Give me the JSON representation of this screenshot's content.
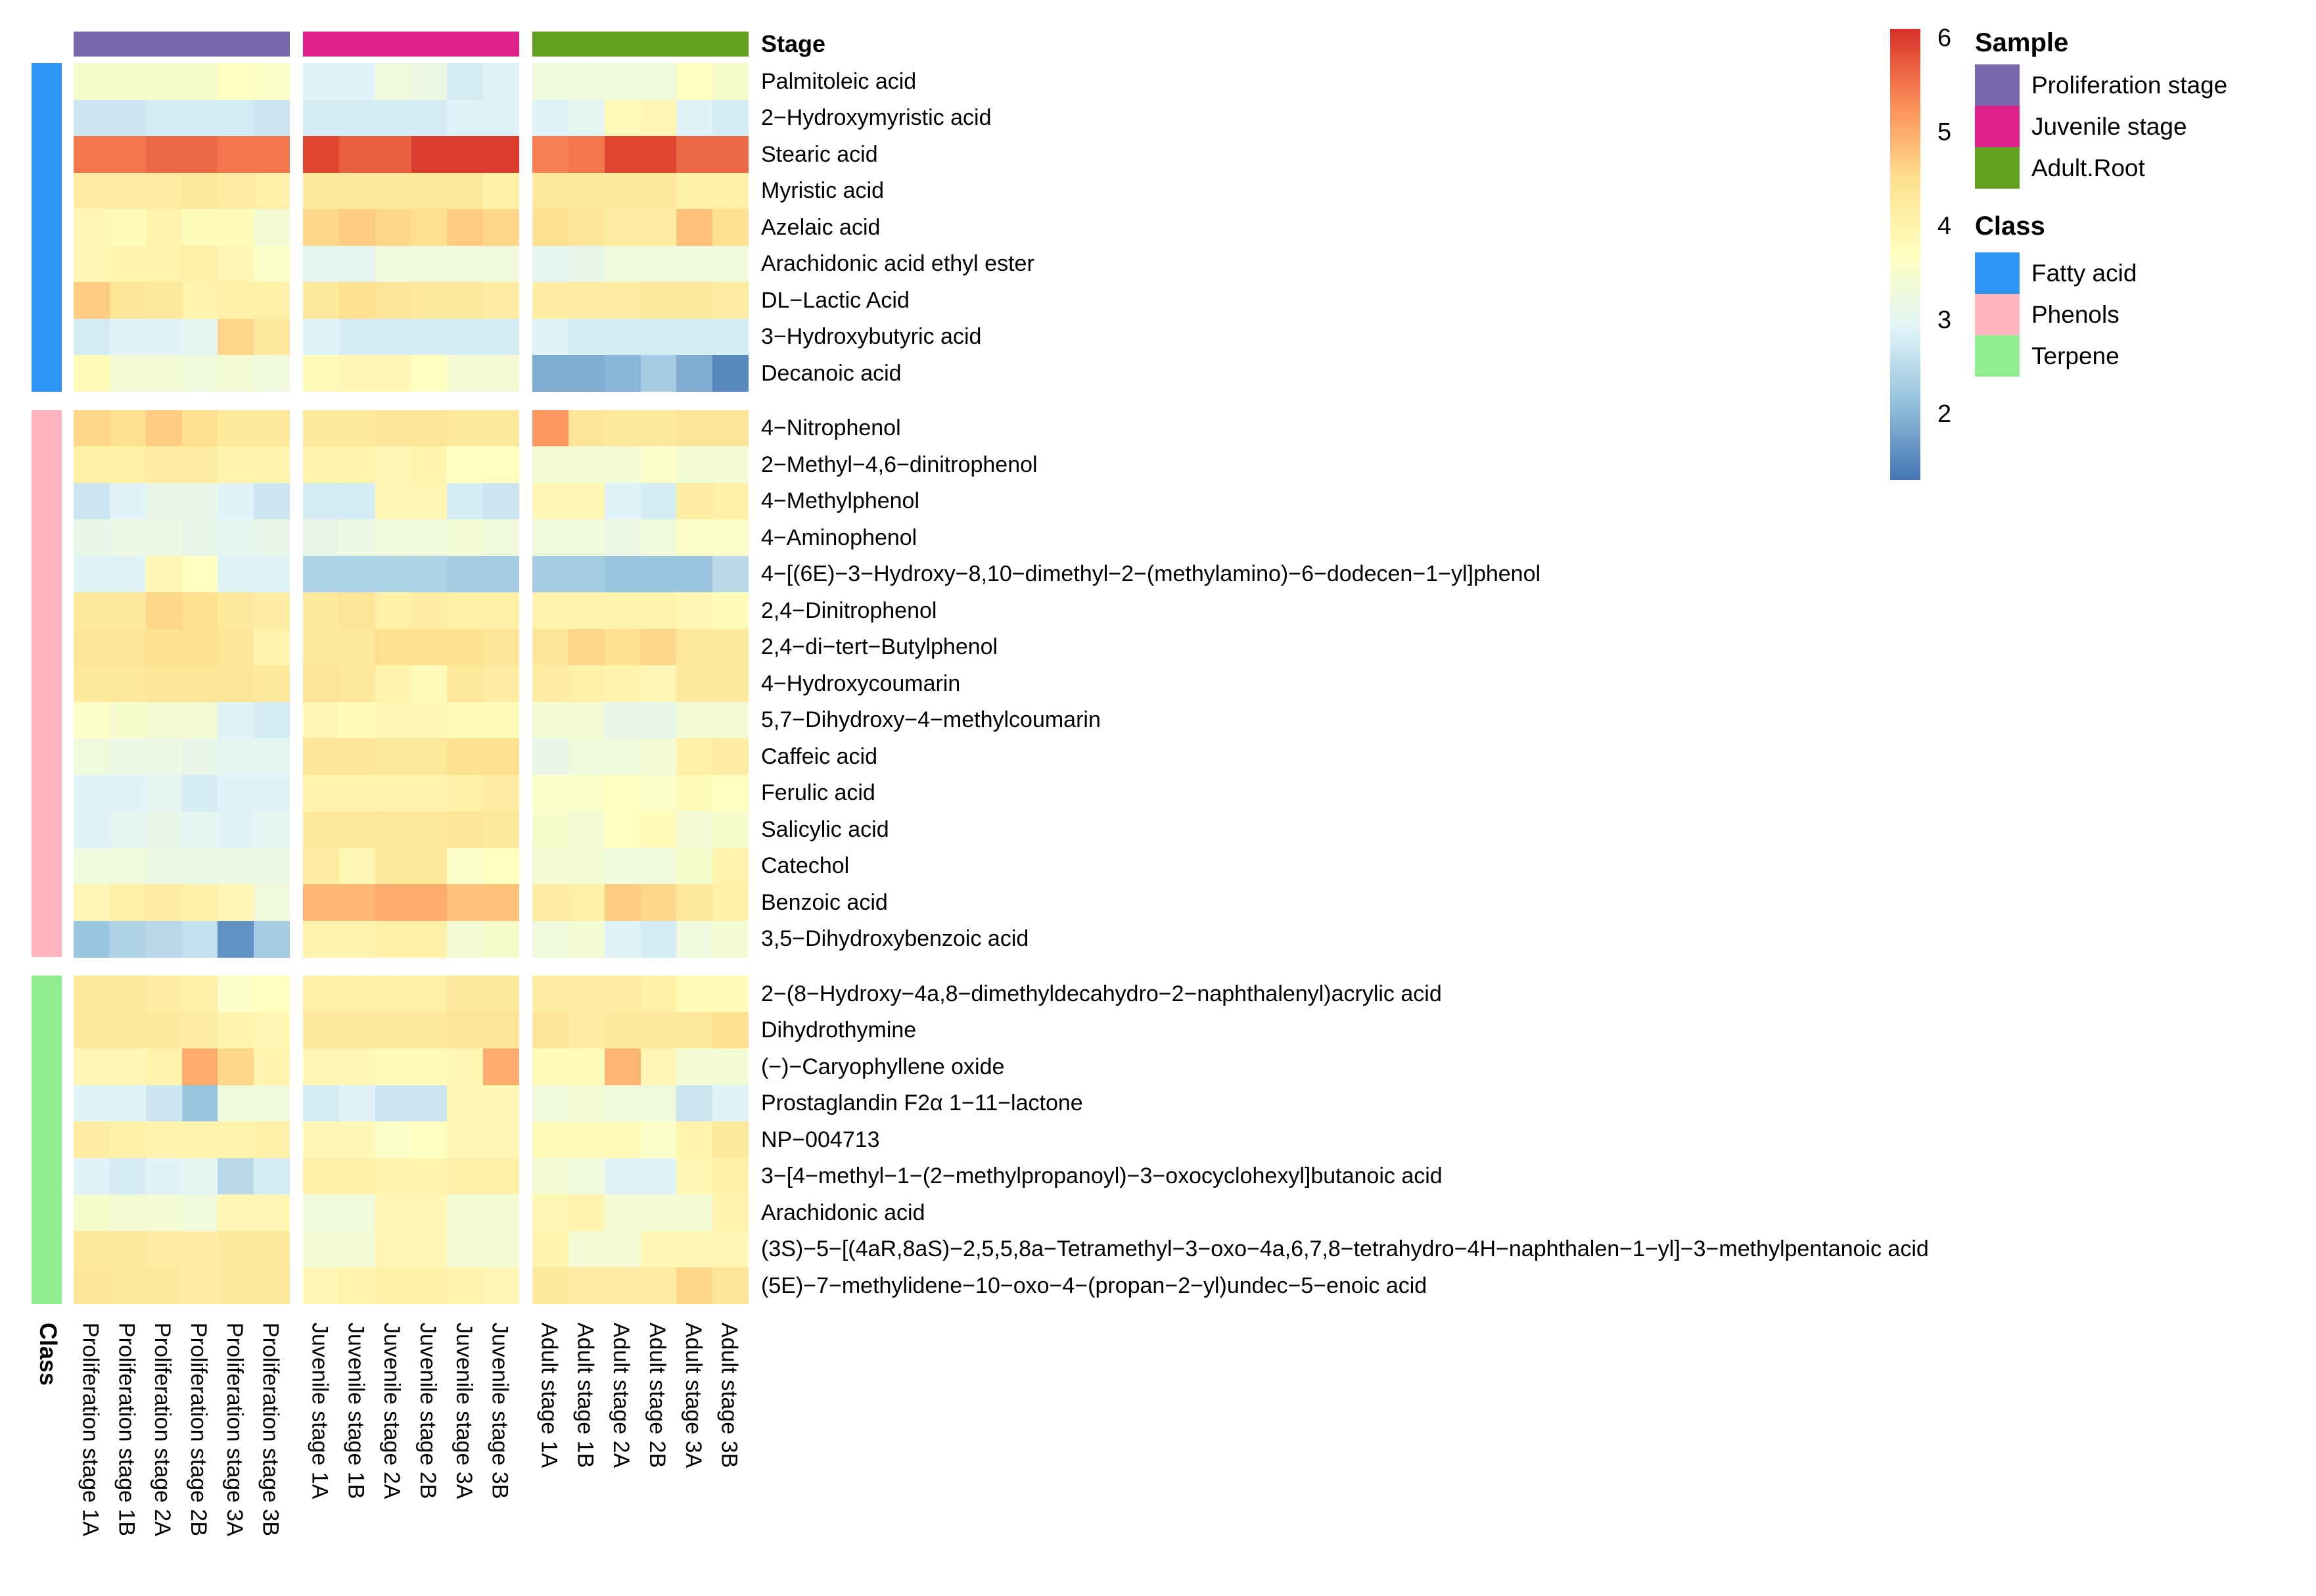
{
  "headers": {
    "stage": "Stage",
    "class": "Class"
  },
  "legend": {
    "colorbar": {
      "ticks": [
        6,
        5,
        4,
        3,
        2
      ]
    },
    "sample": {
      "title": "Sample",
      "items": [
        {
          "label": "Proliferation stage",
          "color": "#7668ab"
        },
        {
          "label": "Juvenile stage",
          "color": "#df2089"
        },
        {
          "label": "Adult.Root",
          "color": "#61a11e"
        }
      ]
    },
    "class": {
      "title": "Class",
      "items": [
        {
          "label": "Fatty acid",
          "color": "#2e96f7"
        },
        {
          "label": "Phenols",
          "color": "#ffb6c1"
        },
        {
          "label": "Terpene",
          "color": "#90ee90"
        }
      ]
    }
  },
  "chart_data": {
    "type": "heatmap",
    "title": "",
    "color_scale": {
      "name": "RdYlBu reversed",
      "palette": [
        "#4575b4",
        "#91bfdb",
        "#e0f3f8",
        "#ffffbf",
        "#fee090",
        "#fc8d59",
        "#d73027"
      ],
      "domain": [
        1.3,
        6.1
      ]
    },
    "column_groups": [
      {
        "label": "Proliferation stage",
        "color": "#7668ab",
        "columns": 6
      },
      {
        "label": "Juvenile stage",
        "color": "#df2089",
        "columns": 6
      },
      {
        "label": "Adult.Root",
        "color": "#61a11e",
        "columns": 6
      }
    ],
    "columns": [
      "Proliferation stage 1A",
      "Proliferation stage 1B",
      "Proliferation stage 2A",
      "Proliferation stage 2B",
      "Proliferation stage 3A",
      "Proliferation stage 3B",
      "Juvenile stage 1A",
      "Juvenile stage 1B",
      "Juvenile stage 2A",
      "Juvenile stage 2B",
      "Juvenile stage 3A",
      "Juvenile stage 3B",
      "Adult stage 1A",
      "Adult stage 1B",
      "Adult stage 2A",
      "Adult stage 2B",
      "Adult stage 3A",
      "Adult stage 3B"
    ],
    "row_groups": [
      {
        "label": "Fatty acid",
        "color": "#2e96f7",
        "rows": 9
      },
      {
        "label": "Phenols",
        "color": "#ffb6c1",
        "rows": 15
      },
      {
        "label": "Terpene",
        "color": "#90ee90",
        "rows": 9
      }
    ],
    "rows": [
      {
        "label": "Palmitoleic acid",
        "class": "Fatty acid",
        "values": [
          3.5,
          3.5,
          3.5,
          3.5,
          3.7,
          3.6,
          2.9,
          2.9,
          3.3,
          3.2,
          2.8,
          2.9,
          3.3,
          3.3,
          3.3,
          3.3,
          3.7,
          3.5
        ]
      },
      {
        "label": "2−Hydroxymyristic acid",
        "class": "Fatty acid",
        "values": [
          2.7,
          2.7,
          2.8,
          2.8,
          2.8,
          2.7,
          2.8,
          2.8,
          2.8,
          2.8,
          2.9,
          2.9,
          2.9,
          3.0,
          3.8,
          3.9,
          2.9,
          2.8
        ]
      },
      {
        "label": "Stearic acid",
        "class": "Fatty acid",
        "values": [
          5.5,
          5.5,
          5.6,
          5.6,
          5.5,
          5.5,
          5.9,
          5.7,
          5.7,
          6.0,
          6.0,
          6.0,
          5.4,
          5.5,
          5.9,
          5.9,
          5.6,
          5.6
        ]
      },
      {
        "label": "Myristic acid",
        "class": "Fatty acid",
        "values": [
          4.2,
          4.2,
          4.2,
          4.3,
          4.2,
          4.1,
          4.3,
          4.3,
          4.3,
          4.3,
          4.3,
          4.1,
          4.3,
          4.3,
          4.3,
          4.3,
          4.1,
          4.1
        ]
      },
      {
        "label": "Azelaic acid",
        "class": "Fatty acid",
        "values": [
          3.9,
          3.8,
          4.0,
          3.8,
          3.8,
          3.4,
          4.6,
          4.7,
          4.6,
          4.5,
          4.7,
          4.6,
          4.5,
          4.4,
          4.2,
          4.2,
          4.8,
          4.5
        ]
      },
      {
        "label": "Arachidonic acid ethyl ester",
        "class": "Fatty acid",
        "values": [
          3.9,
          4.0,
          4.0,
          4.1,
          3.9,
          3.6,
          3.0,
          3.0,
          3.3,
          3.3,
          3.3,
          3.3,
          3.0,
          3.1,
          3.3,
          3.3,
          3.3,
          3.3
        ]
      },
      {
        "label": "DL−Lactic Acid",
        "class": "Fatty acid",
        "values": [
          4.7,
          4.4,
          4.3,
          4.0,
          4.1,
          4.1,
          4.3,
          4.5,
          4.4,
          4.3,
          4.3,
          4.2,
          4.2,
          4.2,
          4.2,
          4.3,
          4.3,
          4.2
        ]
      },
      {
        "label": "3−Hydroxybutyric acid",
        "class": "Fatty acid",
        "values": [
          2.8,
          2.9,
          2.9,
          3.0,
          4.6,
          4.3,
          2.9,
          2.8,
          2.8,
          2.8,
          2.8,
          2.8,
          2.9,
          2.8,
          2.8,
          2.8,
          2.8,
          2.8
        ]
      },
      {
        "label": "Decanoic acid",
        "class": "Fatty acid",
        "values": [
          3.8,
          3.4,
          3.4,
          3.3,
          3.4,
          3.3,
          3.8,
          3.9,
          3.9,
          3.7,
          3.4,
          3.4,
          1.9,
          1.9,
          2.0,
          2.3,
          1.9,
          1.5
        ]
      },
      {
        "label": "4−Nitrophenol",
        "class": "Phenols",
        "values": [
          4.6,
          4.5,
          4.7,
          4.5,
          4.3,
          4.3,
          4.3,
          4.3,
          4.4,
          4.4,
          4.3,
          4.3,
          5.2,
          4.4,
          4.3,
          4.3,
          4.4,
          4.4
        ]
      },
      {
        "label": "2−Methyl−4,6−dinitrophenol",
        "class": "Phenols",
        "values": [
          4.1,
          4.1,
          4.2,
          4.2,
          4.0,
          4.0,
          4.0,
          4.0,
          3.9,
          4.0,
          3.7,
          3.7,
          3.4,
          3.4,
          3.4,
          3.6,
          3.4,
          3.4
        ]
      },
      {
        "label": "4−Methylphenol",
        "class": "Phenols",
        "values": [
          2.7,
          2.9,
          3.1,
          3.1,
          2.9,
          2.7,
          2.8,
          2.8,
          3.9,
          3.9,
          2.8,
          2.7,
          3.9,
          3.9,
          2.9,
          2.8,
          4.2,
          4.1
        ]
      },
      {
        "label": "4−Aminophenol",
        "class": "Phenols",
        "values": [
          3.1,
          3.2,
          3.2,
          3.1,
          3.0,
          3.1,
          3.1,
          3.2,
          3.3,
          3.3,
          3.4,
          3.3,
          3.3,
          3.3,
          3.2,
          3.3,
          3.6,
          3.6
        ]
      },
      {
        "label": "4−[(6E)−3−Hydroxy−8,10−dimethyl−2−(methylamino)−6−dodecen−1−yl]phenol",
        "class": "Phenols",
        "values": [
          2.9,
          2.9,
          3.9,
          3.7,
          2.9,
          2.9,
          2.4,
          2.4,
          2.4,
          2.4,
          2.3,
          2.3,
          2.3,
          2.3,
          2.2,
          2.2,
          2.2,
          2.5
        ]
      },
      {
        "label": "2,4−Dinitrophenol",
        "class": "Phenols",
        "values": [
          4.3,
          4.3,
          4.6,
          4.5,
          4.3,
          4.2,
          4.3,
          4.4,
          4.1,
          4.2,
          4.1,
          4.1,
          4.0,
          4.0,
          4.0,
          4.0,
          3.9,
          3.8
        ]
      },
      {
        "label": "2,4−di−tert−Butylphenol",
        "class": "Phenols",
        "values": [
          4.4,
          4.4,
          4.5,
          4.5,
          4.4,
          4.0,
          4.3,
          4.3,
          4.5,
          4.5,
          4.5,
          4.4,
          4.4,
          4.6,
          4.5,
          4.6,
          4.3,
          4.3
        ]
      },
      {
        "label": "4−Hydroxycoumarin",
        "class": "Phenols",
        "values": [
          4.3,
          4.3,
          4.4,
          4.4,
          4.4,
          4.3,
          4.4,
          4.3,
          4.0,
          3.8,
          4.3,
          4.2,
          4.2,
          4.1,
          4.0,
          3.9,
          4.3,
          4.3
        ]
      },
      {
        "label": "5,7−Dihydroxy−4−methylcoumarin",
        "class": "Phenols",
        "values": [
          3.6,
          3.5,
          3.4,
          3.4,
          2.9,
          2.8,
          3.9,
          3.8,
          3.9,
          3.9,
          3.8,
          3.8,
          3.4,
          3.4,
          3.1,
          3.1,
          3.4,
          3.4
        ]
      },
      {
        "label": "Caffeic acid",
        "class": "Phenols",
        "values": [
          3.3,
          3.2,
          3.2,
          3.1,
          3.0,
          3.0,
          4.4,
          4.4,
          4.3,
          4.3,
          4.5,
          4.5,
          3.1,
          3.3,
          3.3,
          3.4,
          4.1,
          4.2
        ]
      },
      {
        "label": "Ferulic acid",
        "class": "Phenols",
        "values": [
          2.9,
          2.9,
          3.0,
          2.8,
          2.9,
          2.9,
          4.0,
          4.0,
          4.0,
          4.0,
          4.1,
          4.2,
          3.6,
          3.6,
          3.7,
          3.6,
          3.8,
          3.7
        ]
      },
      {
        "label": "Salicylic acid",
        "class": "Phenols",
        "values": [
          2.9,
          3.0,
          3.1,
          3.0,
          2.9,
          3.0,
          4.3,
          4.3,
          4.3,
          4.3,
          4.4,
          4.3,
          3.5,
          3.4,
          3.7,
          3.8,
          3.4,
          3.5
        ]
      },
      {
        "label": "Catechol",
        "class": "Phenols",
        "values": [
          3.3,
          3.3,
          3.2,
          3.2,
          3.2,
          3.2,
          4.2,
          3.9,
          4.3,
          4.3,
          3.6,
          3.7,
          3.4,
          3.4,
          3.3,
          3.3,
          3.5,
          4.0
        ]
      },
      {
        "label": "Benzoic acid",
        "class": "Phenols",
        "values": [
          3.9,
          4.1,
          4.2,
          4.1,
          3.9,
          3.3,
          4.9,
          4.9,
          5.0,
          5.0,
          4.8,
          4.8,
          4.2,
          4.1,
          4.7,
          4.6,
          4.3,
          4.1
        ]
      },
      {
        "label": "3,5−Dihydroxybenzoic acid",
        "class": "Phenols",
        "values": [
          2.2,
          2.4,
          2.5,
          2.6,
          1.6,
          2.3,
          4.0,
          4.0,
          4.1,
          4.1,
          3.4,
          3.5,
          3.3,
          3.4,
          2.9,
          2.8,
          3.3,
          3.4
        ]
      },
      {
        "label": "2−(8−Hydroxy−4a,8−dimethyldecahydro−2−naphthalenyl)acrylic acid",
        "class": "Terpene",
        "values": [
          4.3,
          4.3,
          4.2,
          4.1,
          3.6,
          3.7,
          4.1,
          4.1,
          4.1,
          4.1,
          4.3,
          4.3,
          4.2,
          4.2,
          4.2,
          4.1,
          3.8,
          3.8
        ]
      },
      {
        "label": "Dihydrothymine",
        "class": "Terpene",
        "values": [
          4.3,
          4.3,
          4.3,
          4.2,
          4.0,
          3.9,
          4.3,
          4.3,
          4.3,
          4.3,
          4.4,
          4.4,
          4.4,
          4.2,
          4.3,
          4.3,
          4.3,
          4.5
        ]
      },
      {
        "label": "(−)−Caryophyllene oxide",
        "class": "Terpene",
        "values": [
          3.9,
          3.9,
          4.0,
          5.0,
          4.6,
          4.0,
          3.9,
          3.9,
          3.8,
          3.8,
          3.9,
          5.0,
          3.8,
          3.8,
          4.9,
          3.9,
          3.4,
          3.4
        ]
      },
      {
        "label": "Prostaglandin F2α 1−11−lactone",
        "class": "Terpene",
        "values": [
          2.9,
          2.9,
          2.7,
          2.2,
          3.3,
          3.3,
          2.8,
          2.9,
          2.7,
          2.7,
          3.9,
          3.9,
          3.3,
          3.4,
          3.3,
          3.3,
          2.7,
          2.9
        ]
      },
      {
        "label": "NP−004713",
        "class": "Terpene",
        "values": [
          4.2,
          4.1,
          4.0,
          4.0,
          4.0,
          4.1,
          3.9,
          3.9,
          3.6,
          3.7,
          3.9,
          3.9,
          3.8,
          3.8,
          3.8,
          3.6,
          4.0,
          4.3
        ]
      },
      {
        "label": "3−[4−methyl−1−(2−methylpropanoyl)−3−oxocyclohexyl]butanoic acid",
        "class": "Terpene",
        "values": [
          2.9,
          2.8,
          2.9,
          3.0,
          2.5,
          2.8,
          4.1,
          4.1,
          4.0,
          4.0,
          4.1,
          4.1,
          3.4,
          3.3,
          2.9,
          2.9,
          3.9,
          4.1
        ]
      },
      {
        "label": "Arachidonic acid",
        "class": "Terpene",
        "values": [
          3.5,
          3.4,
          3.4,
          3.3,
          3.9,
          3.9,
          3.3,
          3.3,
          3.9,
          3.9,
          3.4,
          3.4,
          3.9,
          4.0,
          3.4,
          3.4,
          3.4,
          4.0
        ]
      },
      {
        "label": "(3S)−5−[(4aR,8aS)−2,5,5,8a−Tetramethyl−3−oxo−4a,6,7,8−tetrahydro−4H−naphthalen−1−yl]−3−methylpentanoic acid",
        "class": "Terpene",
        "values": [
          4.3,
          4.3,
          4.2,
          4.2,
          4.3,
          4.3,
          3.4,
          3.4,
          3.9,
          3.9,
          3.4,
          3.4,
          4.0,
          3.4,
          3.4,
          3.9,
          3.9,
          3.9
        ]
      },
      {
        "label": "(5E)−7−methylidene−10−oxo−4−(propan−2−yl)undec−5−enoic acid",
        "class": "Terpene",
        "values": [
          4.4,
          4.3,
          4.3,
          4.2,
          4.3,
          4.3,
          3.9,
          4.0,
          4.1,
          4.1,
          4.0,
          3.9,
          4.3,
          4.2,
          4.2,
          4.2,
          4.6,
          4.4
        ]
      }
    ]
  }
}
